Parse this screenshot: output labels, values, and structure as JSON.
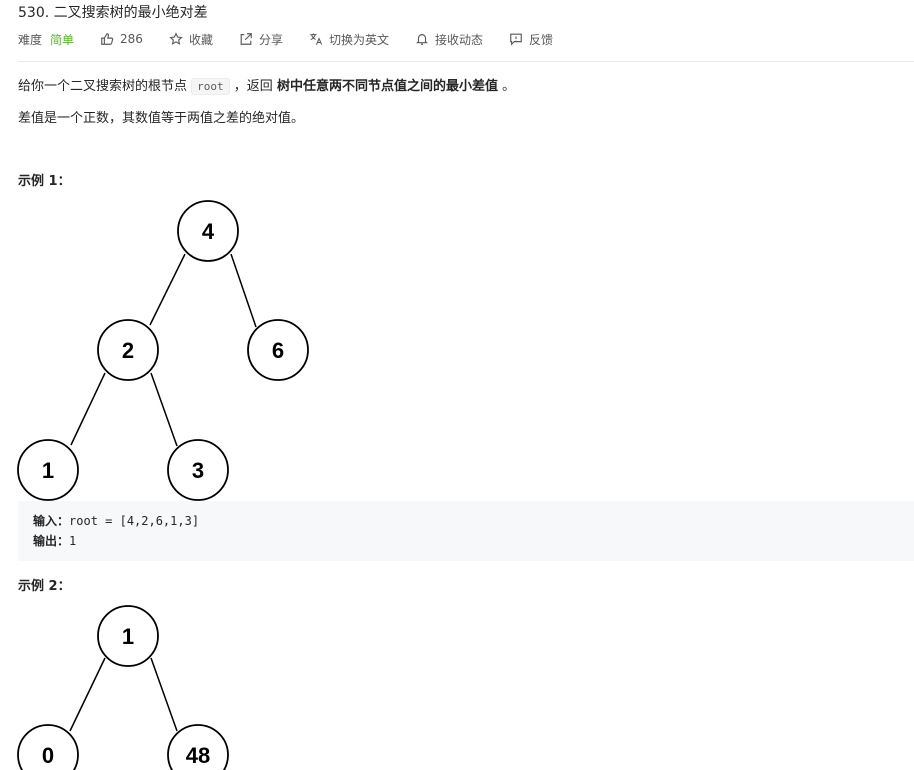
{
  "problem": {
    "title": "530. 二叉搜索树的最小绝对差"
  },
  "meta": {
    "difficulty_label": "难度",
    "difficulty_value": "简单",
    "difficulty_color": "#5ab726",
    "likes": "286",
    "favorite": "收藏",
    "share": "分享",
    "switch_lang": "切换为英文",
    "subscribe": "接收动态",
    "feedback": "反馈"
  },
  "description": {
    "line1_prefix": "给你一个二叉搜索树的根节点",
    "line1_code": "root",
    "line1_mid": "，返回",
    "line1_bold": "树中任意两不同节点值之间的最小差值",
    "line1_end": "。",
    "line2": "差值是一个正数，其数值等于两值之差的绝对值。"
  },
  "example1": {
    "label": "示例 1：",
    "nodes": [
      "4",
      "2",
      "6",
      "1",
      "3"
    ],
    "input_key": "输入：",
    "input_value": "root = [4,2,6,1,3]",
    "output_key": "输出：",
    "output_value": "1"
  },
  "example2": {
    "label": "示例 2：",
    "nodes": [
      "1",
      "0",
      "48"
    ]
  }
}
